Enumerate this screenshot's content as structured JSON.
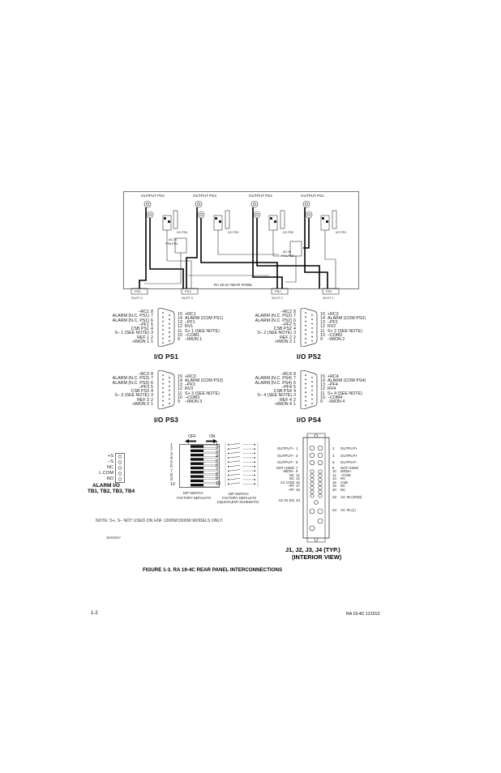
{
  "panel": {
    "outputs": [
      "OUTPUT PS4",
      "OUTPUT PS3",
      "OUTPUT PS2",
      "OUTPUT PS1"
    ],
    "panel_label": "RA 19-4C REAR PANEL",
    "ps_tags": [
      "PS4",
      "PS3",
      "PS2",
      "PS1"
    ],
    "slots": [
      "SLOT 4",
      "SLOT 3",
      "SLOT 2",
      "SLOT 1"
    ],
    "ac_in_left": [
      "AC IN",
      "PS3,PS4"
    ],
    "ac_in_right": [
      "AC IN",
      "PS1,PS2"
    ],
    "io_small": [
      "I/O PS4",
      "I/O PS3",
      "I/O PS2",
      "I/O PS1"
    ]
  },
  "connectors": [
    {
      "title": "I/O PS1",
      "left": [
        "–RC1",
        "ALARM (N.C. PS1)",
        "ALARM (N.C. PS1)",
        "–PF1",
        "CSB PS1",
        "S– 1 (SEE NOTE)",
        "REF 1",
        "+IMON 1"
      ],
      "left_pins": [
        "8",
        "7",
        "6",
        "5",
        "4",
        "3",
        "2",
        "1"
      ],
      "right_pins": [
        "15",
        "14",
        "13",
        "12",
        "11",
        "10",
        "9"
      ],
      "right": [
        "+RC1",
        "ALARM (COM PS1)",
        "–PF1",
        "RV1",
        "S+ 1 (SEE NOTE)",
        "–COM1",
        "–IMON 1"
      ]
    },
    {
      "title": "I/O PS2",
      "left": [
        "–RC2",
        "ALARM (N.C. PS2)",
        "ALARM (N.C. PS2)",
        "–PF2",
        "CSB PS2",
        "S– 2 (SEE NOTE)",
        "REF 2",
        "+IMON 2"
      ],
      "left_pins": [
        "8",
        "7",
        "6",
        "5",
        "4",
        "3",
        "2",
        "1"
      ],
      "right_pins": [
        "15",
        "14",
        "13",
        "12",
        "11",
        "10",
        "9"
      ],
      "right": [
        "+RC2",
        "ALARM (COM PS2)",
        "–PF2",
        "RV2",
        "S+ 2 (SEE NOTE)",
        "–COM2",
        "–IMON 2"
      ]
    },
    {
      "title": "I/O PS3",
      "left": [
        "–RC3",
        "ALARM (N.C. PS3)",
        "ALARM (N.C. PS3)",
        "–PF3",
        "CSB PS3",
        "S– 3 (SEE NOTE)",
        "REF 3",
        "+IMON 3"
      ],
      "left_pins": [
        "8",
        "7",
        "6",
        "5",
        "4",
        "3",
        "2",
        "1"
      ],
      "right_pins": [
        "15",
        "14",
        "13",
        "12",
        "11",
        "10",
        "9"
      ],
      "right": [
        "+RC3",
        "ALARM (COM PS3)",
        "–PF3",
        "RV3",
        "S+ 3 (SEE NOTE)",
        "–COM3",
        "–IMON 3"
      ]
    },
    {
      "title": "I/O PS4",
      "left": [
        "–RC4",
        "ALARM (N.C. PS4)",
        "ALARM (N.C. PS4)",
        "–PF4",
        "CSB PS4",
        "S– 4 (SEE NOTE)",
        "REF 4",
        "+IMON 4"
      ],
      "left_pins": [
        "8",
        "7",
        "6",
        "5",
        "4",
        "3",
        "2",
        "1"
      ],
      "right_pins": [
        "15",
        "14",
        "13",
        "12",
        "11",
        "10",
        "9"
      ],
      "right": [
        "+RC4",
        "ALARM (COM PS4)",
        "–PF4",
        "RV4",
        "S+ 4 (SEE NOTE)",
        "–COM4",
        "–IMON 4"
      ]
    }
  ],
  "alarm": {
    "pins": [
      "+S",
      "–S",
      "NC",
      "L.COM",
      "NO"
    ],
    "title": "ALARM I/O",
    "subtitle": "TB1, TB2, TB3, TB4"
  },
  "dip": {
    "off": "OFF",
    "on": "ON",
    "numbers": [
      "1",
      "2",
      "3",
      "4",
      "5",
      "6",
      "7",
      "8",
      "9",
      "10"
    ],
    "caption1_a": "DIP SWITCH",
    "caption1_b": "FACTORY DEFAULTS",
    "caption2_a": "DIP SWITCH",
    "caption2_b": "FACTORY DEFAULTS",
    "caption2_c": "EQUIVALENT SCHEMATIC"
  },
  "j_connector": {
    "left_labels": [
      "OUTPUT+",
      "OUTPUT–",
      "OUTPUT–",
      "NOT USED",
      "IMON–",
      "NC",
      "NC",
      "AC COM",
      "–PF",
      "–PF",
      "AC IN (N)"
    ],
    "left_pins": [
      "1",
      "3",
      "5",
      "7",
      "9",
      "11",
      "13",
      "15",
      "17",
      "19",
      "23"
    ],
    "right_pins": [
      "2",
      "4",
      "6",
      "8",
      "10",
      "12",
      "14",
      "16",
      "18",
      "20",
      "22",
      "24"
    ],
    "right_labels": [
      "OUTPUT+",
      "OUTPUT+",
      "OUTPUT–",
      "NOT USED",
      "IMON+",
      "–COM",
      "RV",
      "CSB",
      "NC",
      "NC",
      "AC IN (GND)",
      "AC IN (L)"
    ],
    "title": "J1, J2, J3, J4 (TYP.)",
    "subtitle": "(INTERIOR VIEW)"
  },
  "note": "NOTE:  S+, S– NOT USED ON HSF 1200W/1500W MODELS ONLY.",
  "drawing_number": "3040947",
  "figure_caption": "FIGURE 1-3.    RA 19-4C REAR PANEL INTERCONNECTIONS",
  "footer": {
    "page": "1-2",
    "doc": "RA 19-4C 121013"
  }
}
